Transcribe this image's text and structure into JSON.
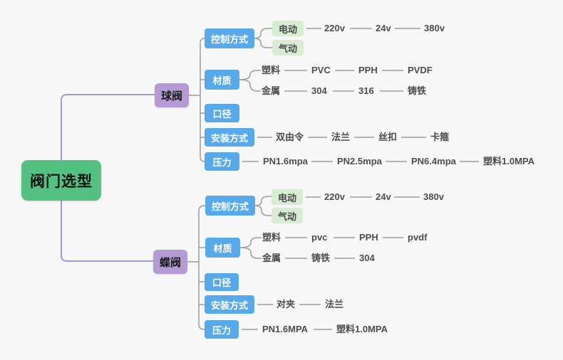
{
  "colors": {
    "background": "#f7f7f7",
    "root_fill": "#54c183",
    "branch_fill": "#b49bd3",
    "topic_fill": "#57a9ea",
    "item_fill": "#d8ecd3",
    "connector_gray": "#9b9b9b",
    "connector_purple": "#a995cf",
    "label_text": "#4d4d4d"
  },
  "root": {
    "label": "阀门选型"
  },
  "branches": [
    {
      "label": "球阀",
      "topics": [
        {
          "label": "控制方式",
          "items": [
            {
              "label": "电动",
              "chain": [
                "220v",
                "24v",
                "380v"
              ]
            },
            {
              "label": "气动"
            }
          ]
        },
        {
          "label": "材质",
          "items": [
            {
              "label": "塑料",
              "chain": [
                "PVC",
                "PPH",
                "PVDF"
              ]
            },
            {
              "label": "金属",
              "chain": [
                "304",
                "316",
                "铸铁"
              ]
            }
          ]
        },
        {
          "label": "口径"
        },
        {
          "label": "安装方式",
          "chain": [
            "双由令",
            "法兰",
            "丝扣",
            "卡箍"
          ]
        },
        {
          "label": "压力",
          "chain": [
            "PN1.6mpa",
            "PN2.5mpa",
            "PN6.4mpa",
            "塑料1.0MPA"
          ]
        }
      ]
    },
    {
      "label": "蝶阀",
      "topics": [
        {
          "label": "控制方式",
          "items": [
            {
              "label": "电动",
              "chain": [
                "220v",
                "24v",
                "380v"
              ]
            },
            {
              "label": "气动"
            }
          ]
        },
        {
          "label": "材质",
          "items": [
            {
              "label": "塑料",
              "chain": [
                "pvc",
                "PPH",
                "pvdf"
              ]
            },
            {
              "label": "金属",
              "chain": [
                "铸铁",
                "304"
              ]
            }
          ]
        },
        {
          "label": "口径"
        },
        {
          "label": "安装方式",
          "chain": [
            "对夹",
            "法兰"
          ]
        },
        {
          "label": "压力",
          "chain": [
            "PN1.6MPA",
            "塑料1.0MPA"
          ]
        }
      ]
    }
  ]
}
